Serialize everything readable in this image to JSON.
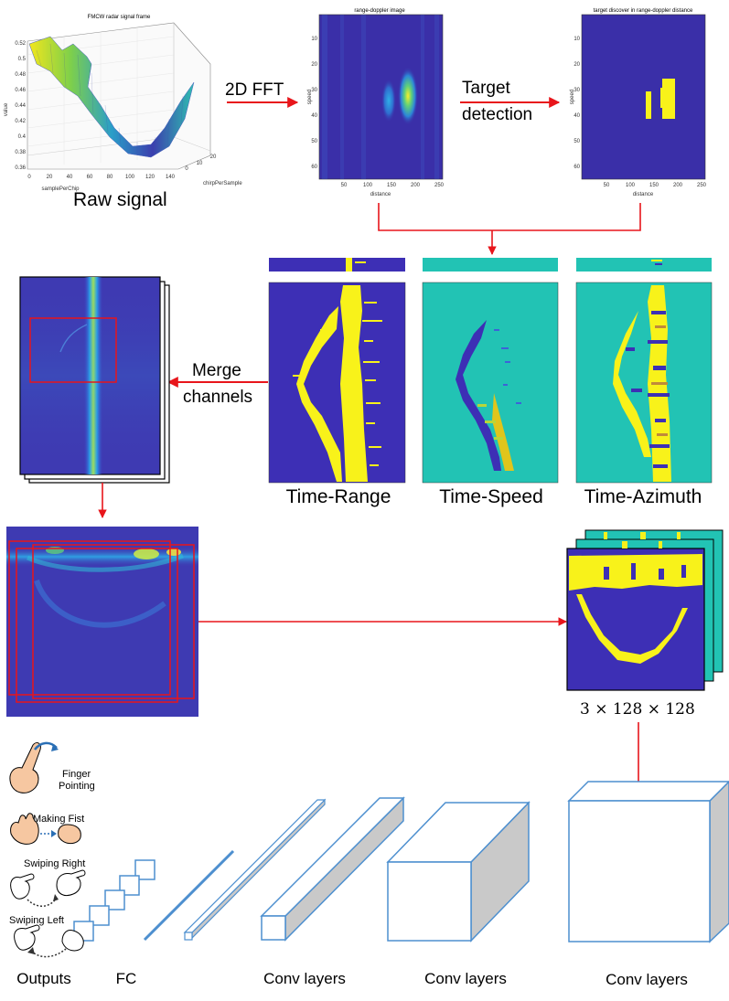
{
  "labels": {
    "fmcw_title": "FMCW radar signal frame",
    "raw_zlabel": "value",
    "raw_xlabel": "samplePerChip",
    "raw_ylabel": "chirpPerSample",
    "raw_signal": "Raw signal",
    "fft": "2D FFT",
    "target_1": "Target",
    "target_2": "detection",
    "rd_title": "range-doppler image",
    "rd_ylabel": "speed",
    "rd_xlabel": "distance",
    "td_title": "target discover in range-doppler distance",
    "td_ylabel": "speed",
    "td_xlabel": "distance",
    "merge_1": "Merge",
    "merge_2": "channels",
    "time_range": "Time-Range",
    "time_speed": "Time-Speed",
    "time_azimuth": "Time-Azimuth",
    "tensor_dim": "3 × 128 × 128",
    "finger_1": "Finger",
    "finger_2": "Pointing",
    "making_fist": "Making Fist",
    "swiping_right": "Swiping Right",
    "swiping_left": "Swiping Left",
    "outputs": "Outputs",
    "fc": "FC",
    "conv1": "Conv layers",
    "conv2": "Conv layers",
    "conv3": "Conv layers"
  },
  "raw_axis": {
    "z_ticks": [
      "0.52",
      "0.5",
      "0.48",
      "0.46",
      "0.44",
      "0.42",
      "0.4",
      "0.38",
      "0.36"
    ],
    "x_ticks": [
      "0",
      "20",
      "40",
      "60",
      "80",
      "100",
      "120",
      "140"
    ],
    "y_ticks": [
      "0",
      "10",
      "20"
    ]
  },
  "rd_axis": {
    "x_ticks": [
      "50",
      "100",
      "150",
      "200",
      "250"
    ],
    "y_ticks": [
      "10",
      "20",
      "30",
      "40",
      "50",
      "60"
    ]
  },
  "colors": {
    "heatmap_bg": "#3a2fa8",
    "deep_blue": "#3d2fb5",
    "target_yellow": "#f8f21a",
    "teal": "#22c3b4",
    "arrow_red": "#e8151b",
    "box_blue": "#4d8fcf",
    "box_shade": "#c9c9c9"
  },
  "icons": [
    "finger-pointing-hand-icon",
    "fist-hand-icon",
    "swipe-right-hand-icon",
    "swipe-left-hand-icon"
  ]
}
